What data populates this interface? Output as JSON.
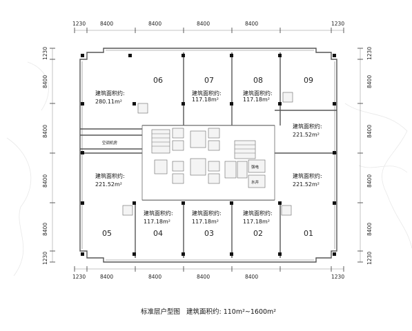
{
  "dimensions": {
    "top": [
      "1230",
      "8400",
      "8400",
      "8400",
      "8400",
      "1230"
    ],
    "bottom": [
      "1230",
      "8400",
      "8400",
      "8400",
      "8400",
      "1230"
    ],
    "left": [
      "1230",
      "8400",
      "8400",
      "8400",
      "8400",
      "1230"
    ],
    "right": [
      "1230",
      "8400",
      "8400",
      "8400",
      "8400",
      "1230"
    ]
  },
  "units": [
    {
      "num": "06",
      "area_label": "建筑面积约:",
      "area_value": "280.11m²"
    },
    {
      "num": "07",
      "area_label": "建筑面积约:",
      "area_value": "117.18m²"
    },
    {
      "num": "08",
      "area_label": "建筑面积约:",
      "area_value": "117.18m²"
    },
    {
      "num": "09",
      "area_label": "建筑面积约:",
      "area_value": "221.52m²"
    },
    {
      "num": "01",
      "area_label": "建筑面积约:",
      "area_value": "221.52m²"
    },
    {
      "num": "02",
      "area_label": "建筑面积约:",
      "area_value": "117.18m²"
    },
    {
      "num": "03",
      "area_label": "建筑面积约:",
      "area_value": "117.18m²"
    },
    {
      "num": "04",
      "area_label": "建筑面积约:",
      "area_value": "117.18m²"
    },
    {
      "num": "05",
      "area_label": "建筑面积约:",
      "area_value": "221.52m²"
    }
  ],
  "rooms": {
    "ac_room": "空调机房",
    "electric": "强电",
    "water": "水井"
  },
  "caption": {
    "title": "标准层户型图",
    "area_text": "建筑面积约: 110m²~1600m²"
  }
}
